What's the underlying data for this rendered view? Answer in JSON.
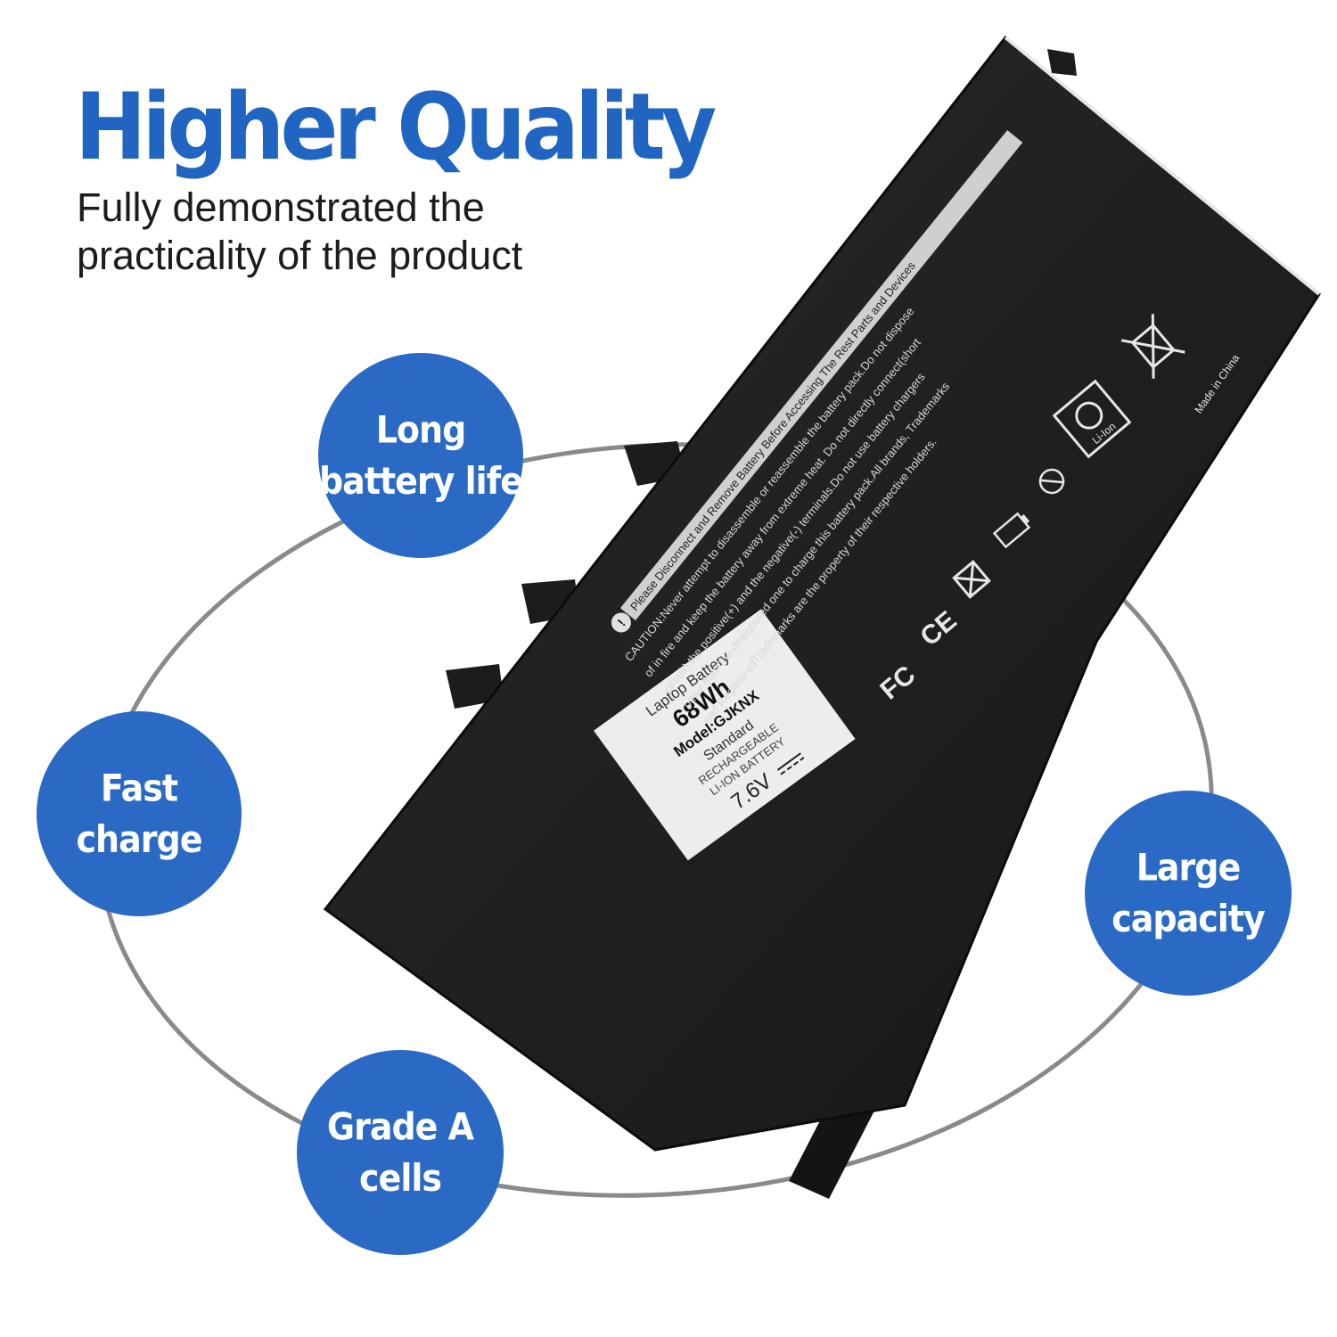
{
  "headline": "Higher Quality",
  "subline": [
    "Fully demonstrated the",
    "practicality of the product"
  ],
  "features": [
    {
      "line1": "Long",
      "line2": "battery life"
    },
    {
      "line1": "Fast",
      "line2": "charge"
    },
    {
      "line1": "Grade A",
      "line2": "cells"
    },
    {
      "line1": "Large",
      "line2": "capacity"
    }
  ],
  "battery_label": {
    "type": "Laptop Battery",
    "capacity": "68Wh",
    "model": "Model:GJKNX",
    "grade": "Standard",
    "chem1": "RECHARGEABLE",
    "chem2": "LI-ION BATTERY",
    "voltage": "7.6V"
  },
  "caution_lines": [
    "Please Disconnect and Remove Battery Before Accessing The Rest Parts and Devices",
    "CAUTION:Never attempt to disassemble or reassemble the battery pack.Do not dispose",
    "of in fire and keep the battery away from extreme heat. Do not directly connect(short",
    "circuit) the positive(+) and the negative(-) terminals.Do not use battery chargers",
    "other than the designated one to charge this battery pack.All brands, Trademarks",
    "and RegisteredTrademarks are the property of their respective holders."
  ],
  "made_in": "Made in China",
  "li_ion_mark": "Li-Ion",
  "colors": {
    "accent": "#2a6ac4",
    "headline": "#1f65c1",
    "battery": "#202020"
  }
}
